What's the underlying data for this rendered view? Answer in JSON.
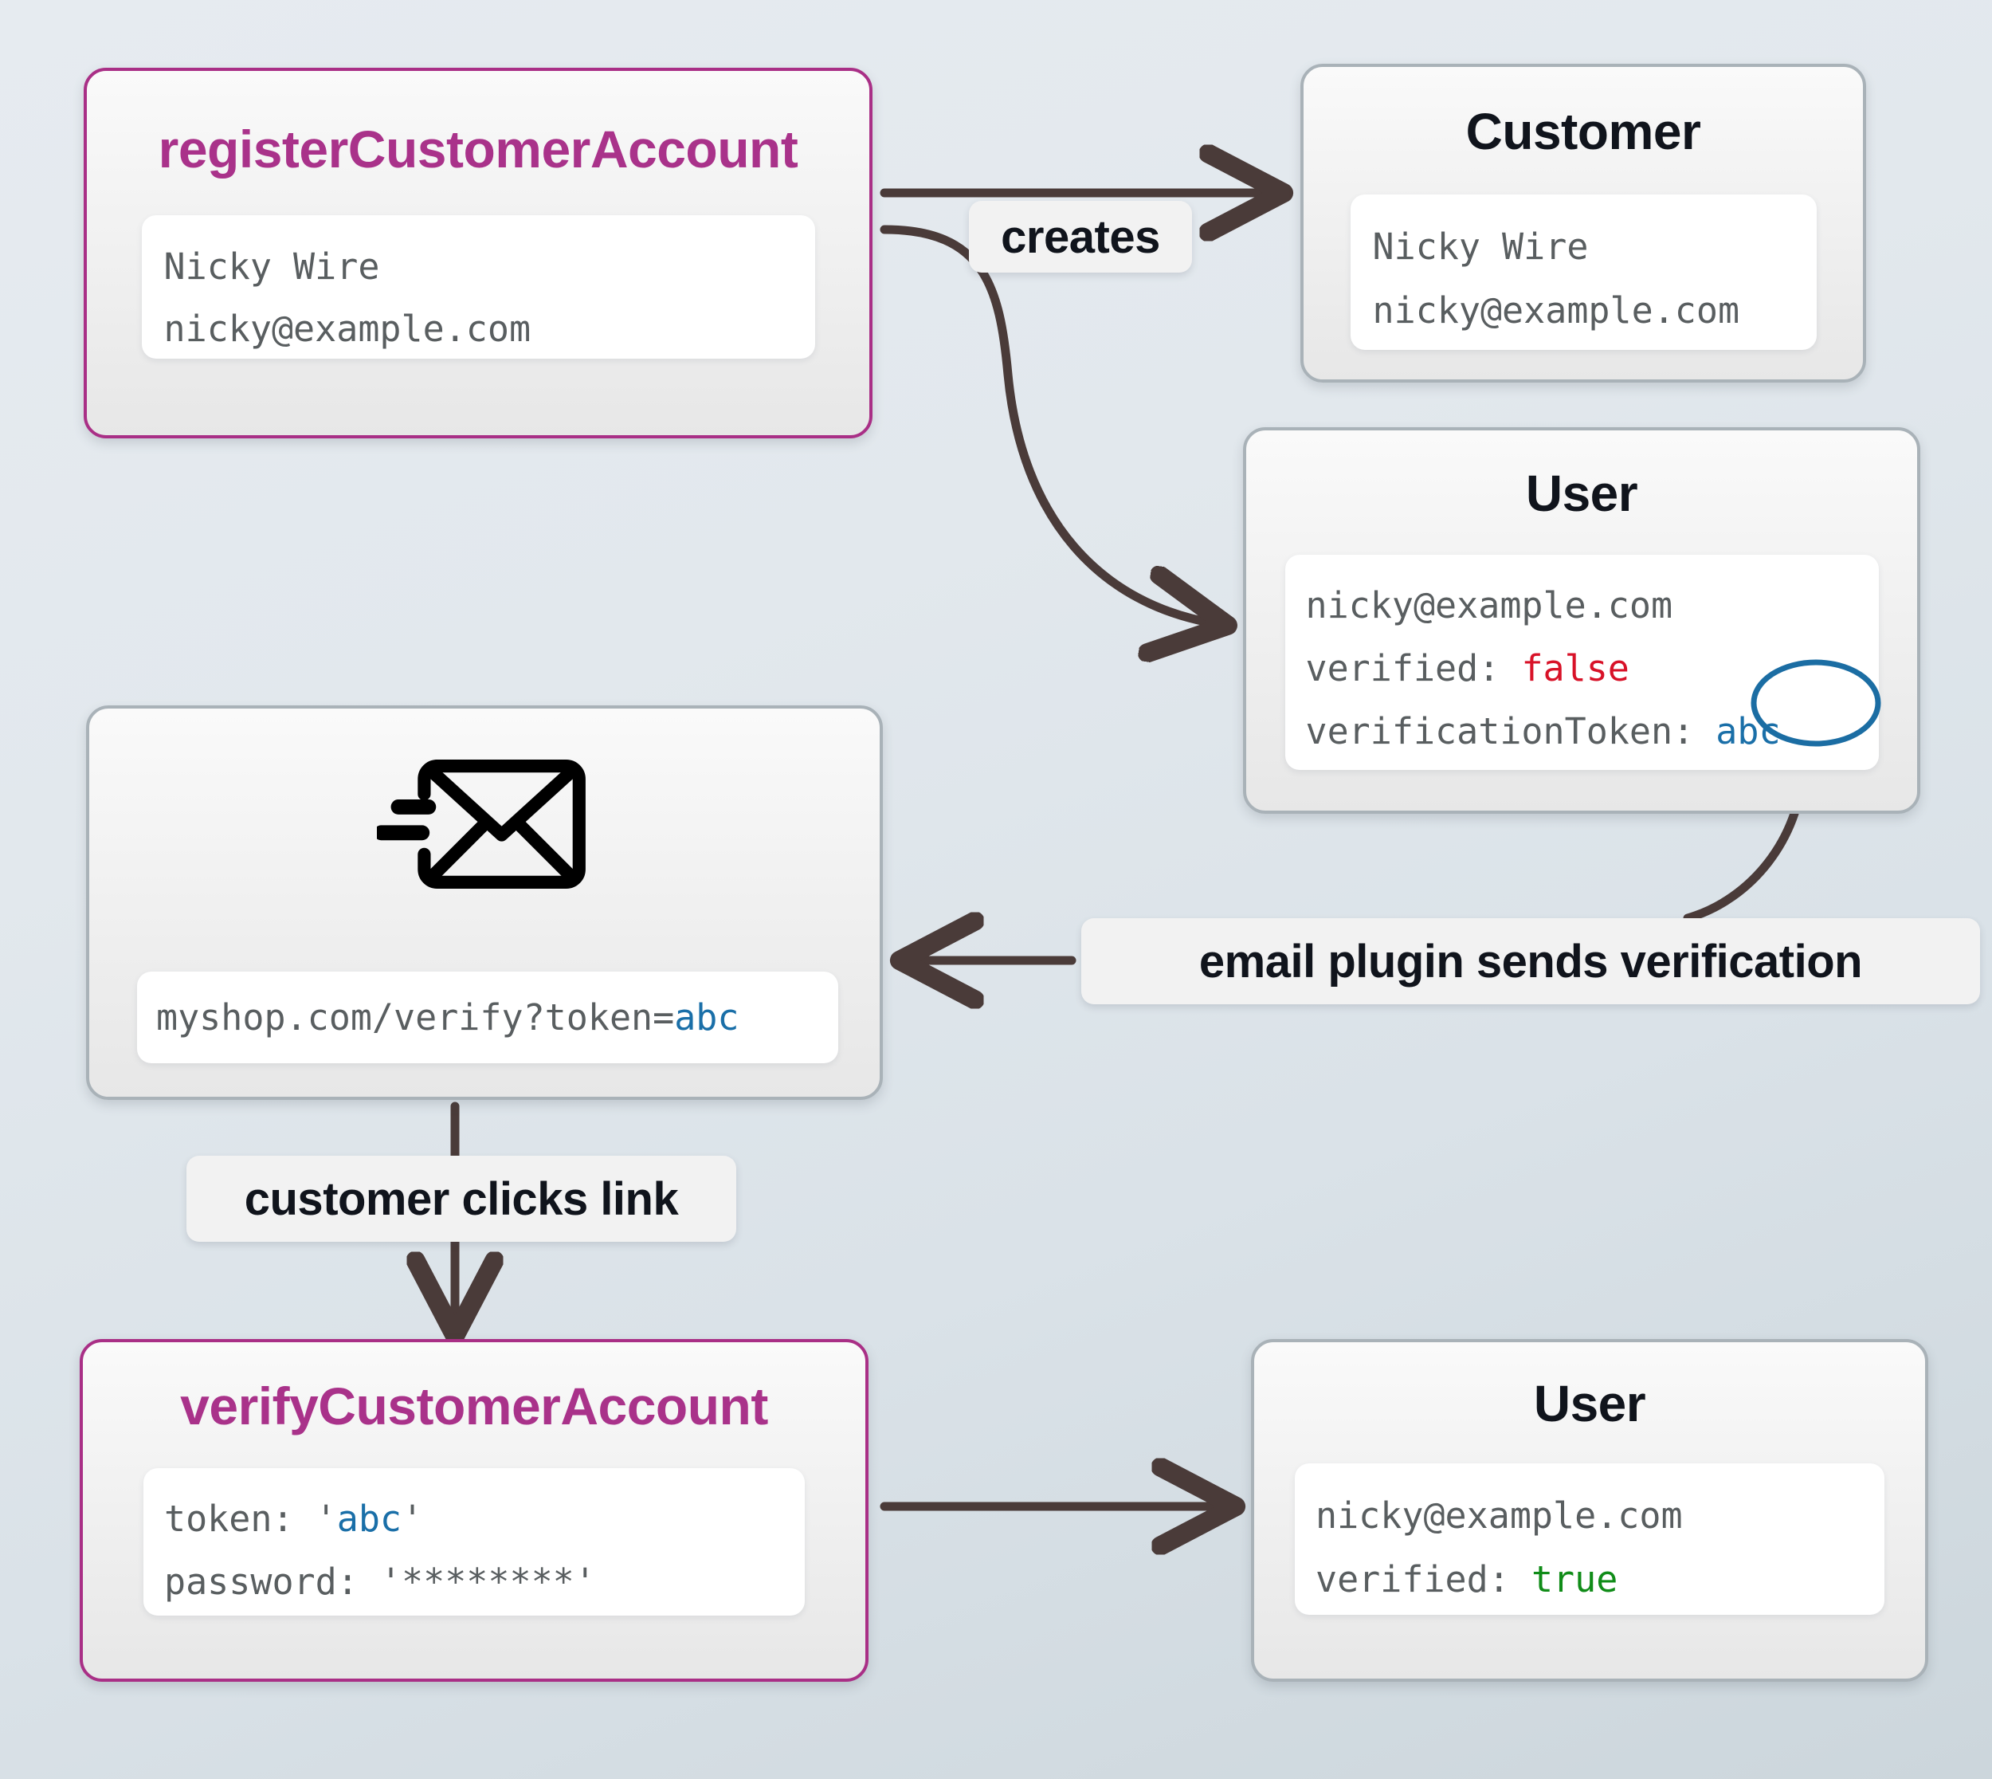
{
  "diagram": {
    "title": "customer account verification flow",
    "background_top": "#e6ebf0",
    "background_bottom": "#ccd6dc",
    "accent_color": "#a9328a",
    "edge_color": "#4a3b39",
    "token_color": "#1a6fa8",
    "false_color": "#d81228",
    "true_color": "#108c18"
  },
  "nodes": {
    "register": {
      "title": "registerCustomerAccount",
      "lines": [
        "Nicky Wire",
        "nicky@example.com"
      ]
    },
    "customer": {
      "title": "Customer",
      "lines": [
        "Nicky Wire",
        "nicky@example.com"
      ]
    },
    "user_unverified": {
      "title": "User",
      "email": "nicky@example.com",
      "verified_key": "verified: ",
      "verified_value": "false",
      "token_key": "verificationToken: ",
      "token_value": "abc"
    },
    "email": {
      "icon": "send-mail-envelope-icon",
      "url_prefix": "myshop.com/verify?token=",
      "url_token": "abc"
    },
    "verify": {
      "title": "verifyCustomerAccount",
      "token_key": "token: ",
      "token_open_quote": "'",
      "token_value": "abc",
      "token_close_quote": "'",
      "password_key": "password: ",
      "password_value": "'********'"
    },
    "user_verified": {
      "title": "User",
      "email": "nicky@example.com",
      "verified_key": "verified: ",
      "verified_value": "true"
    }
  },
  "edges": {
    "creates": "creates",
    "email_plugin": "email plugin sends verification",
    "clicks_link": "customer clicks link"
  }
}
